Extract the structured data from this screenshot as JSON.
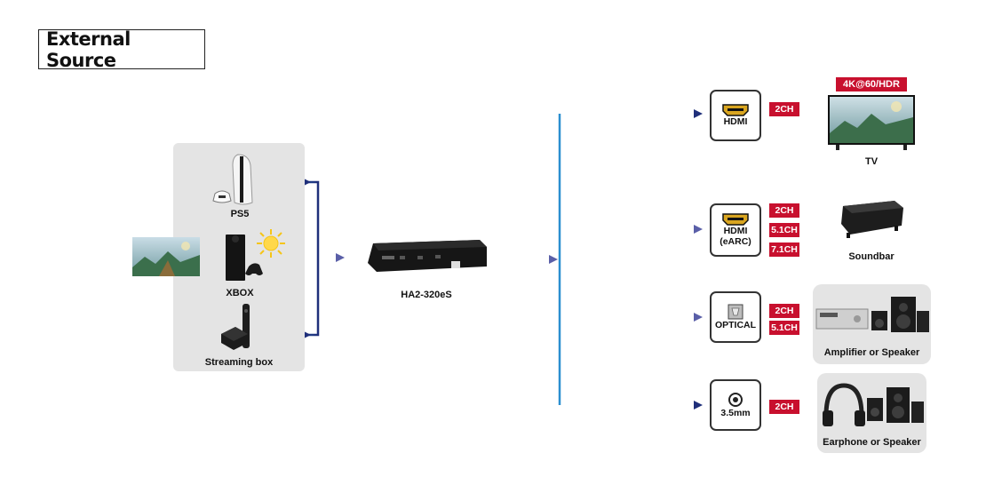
{
  "title": "External Source",
  "sources": {
    "ps5": "PS5",
    "xbox": "XBOX",
    "streaming": "Streaming box"
  },
  "device": {
    "label": "HA2-320eS"
  },
  "outputs": {
    "hdmi": {
      "port": "HDMI",
      "badges": [
        "2CH"
      ],
      "device": "TV",
      "top_badge": "4K@60/HDR"
    },
    "earc": {
      "port_line1": "HDMI",
      "port_line2": "(eARC)",
      "badges": [
        "2CH",
        "5.1CH",
        "7.1CH"
      ],
      "device": "Soundbar"
    },
    "optical": {
      "port": "OPTICAL",
      "badges": [
        "2CH",
        "5.1CH"
      ],
      "device": "Amplifier or Speaker"
    },
    "jack": {
      "port": "3.5mm",
      "badges": [
        "2CH"
      ],
      "device": "Earphone or Speaker"
    }
  },
  "colors": {
    "badge": "#c8102e",
    "line_blue": "#2b8fd0",
    "line_navy": "#1f2f7a",
    "panel": "#e4e4e4"
  }
}
